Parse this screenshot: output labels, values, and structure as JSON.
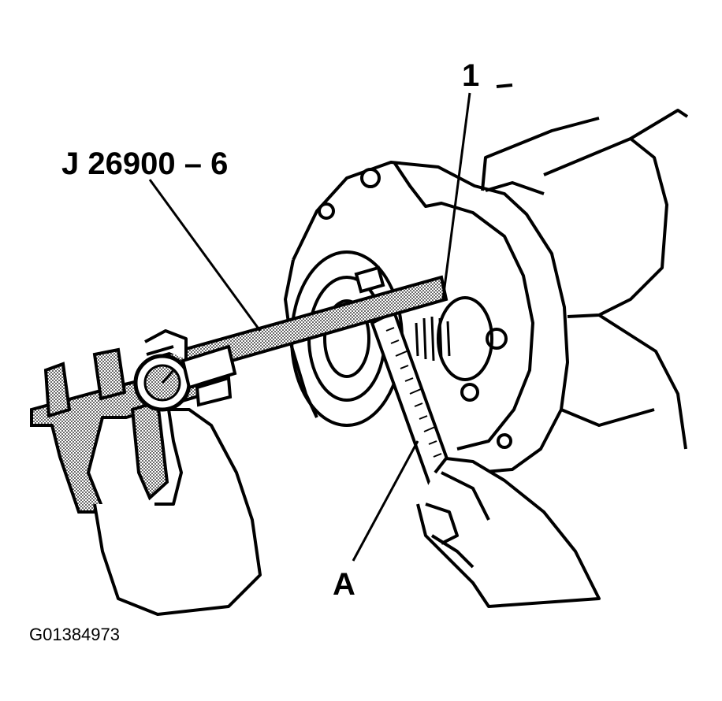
{
  "callouts": {
    "tool": "J 26900 – 6",
    "one": "1",
    "a": "A"
  },
  "figure_id": "G01384973",
  "colors": {
    "ink": "#000000",
    "background": "#ffffff",
    "stipple": "#8a8a8a"
  }
}
